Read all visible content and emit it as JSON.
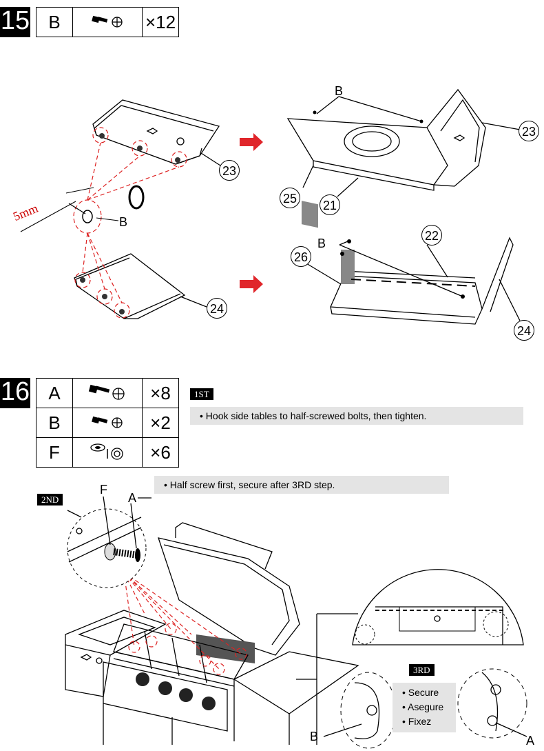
{
  "step15": {
    "number": "15",
    "parts": [
      {
        "letter": "B",
        "icon": "screw-b-icon",
        "qty": "×12"
      }
    ],
    "measurement": "5mm",
    "labels": {
      "b_upper": "B",
      "b_screw": "B",
      "b_lower": "B",
      "p23a": "23",
      "p24a": "24",
      "p23b": "23",
      "p25": "25",
      "p21": "21",
      "p22": "22",
      "p26": "26",
      "p24b": "24"
    }
  },
  "step16": {
    "number": "16",
    "parts": [
      {
        "letter": "A",
        "icon": "screw-a-icon",
        "qty": "×8"
      },
      {
        "letter": "B",
        "icon": "screw-b-icon",
        "qty": "×2"
      },
      {
        "letter": "F",
        "icon": "washer-f-icon",
        "qty": "×6"
      }
    ],
    "first": {
      "tag": "1ST",
      "note": "•  Hook side tables to half-screwed bolts, then tighten."
    },
    "second": {
      "tag": "2ND",
      "note": "•  Half screw first, secure after 3RD step."
    },
    "third": {
      "tag": "3RD",
      "notes": [
        "•  Secure",
        "•  Asegure",
        "•  Fixez"
      ]
    },
    "labels": {
      "f": "F",
      "a_top": "A",
      "b_bottom": "B",
      "a_bottom": "A"
    }
  },
  "colors": {
    "accent_red": "#e0262b",
    "note_bg": "#e4e4e4"
  }
}
